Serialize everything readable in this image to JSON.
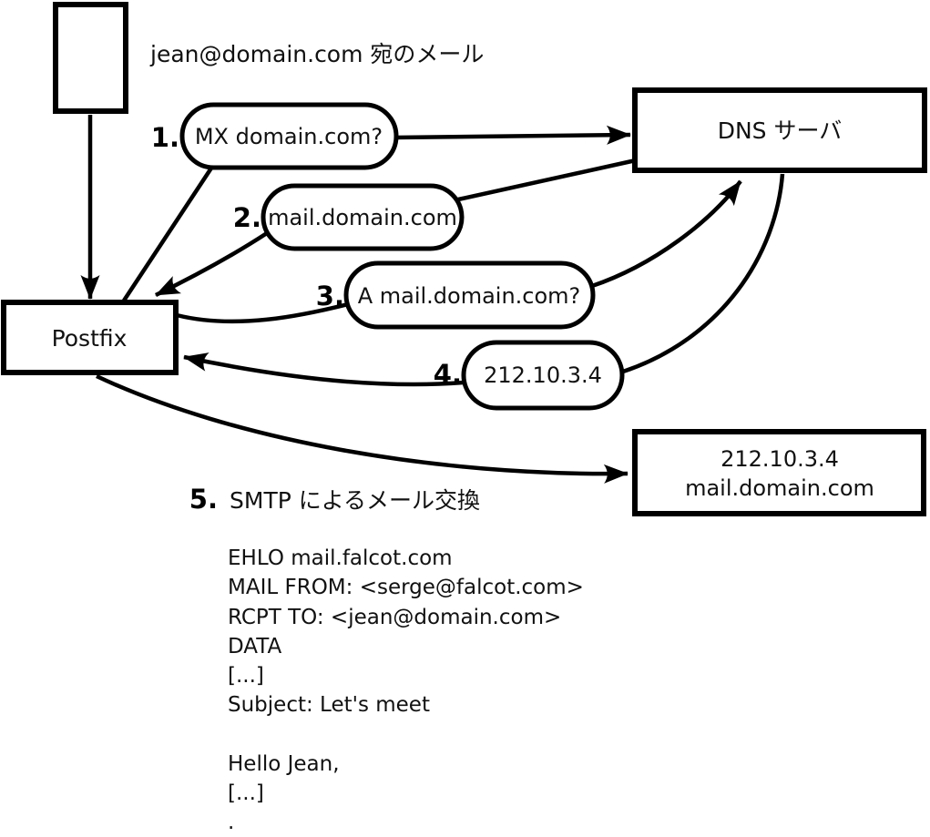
{
  "diagram_title": "SMTP mail delivery with DNS lookups",
  "colors": {
    "line": "#000000",
    "text": "#111111",
    "background": "#ffffff"
  },
  "labels": {
    "mail_destination": "jean@domain.com 宛のメール"
  },
  "nodes": {
    "postfix": {
      "label": "Postfix"
    },
    "dns": {
      "label": "DNS サーバ"
    },
    "mail_server": {
      "lines": [
        "212.10.3.4",
        "mail.domain.com"
      ]
    }
  },
  "steps": [
    {
      "num": "1.",
      "label": "MX domain.com?"
    },
    {
      "num": "2.",
      "label": "mail.domain.com"
    },
    {
      "num": "3.",
      "label": "A mail.domain.com?"
    },
    {
      "num": "4.",
      "label": "212.10.3.4"
    },
    {
      "num": "5.",
      "label": "SMTP によるメール交換"
    }
  ],
  "smtp_session": {
    "lines": [
      "EHLO mail.falcot.com",
      "MAIL FROM: <serge@falcot.com>",
      "RCPT TO: <jean@domain.com>",
      "DATA",
      "[...]",
      "Subject: Let's meet",
      "",
      "Hello Jean,",
      "[...]",
      "."
    ]
  }
}
